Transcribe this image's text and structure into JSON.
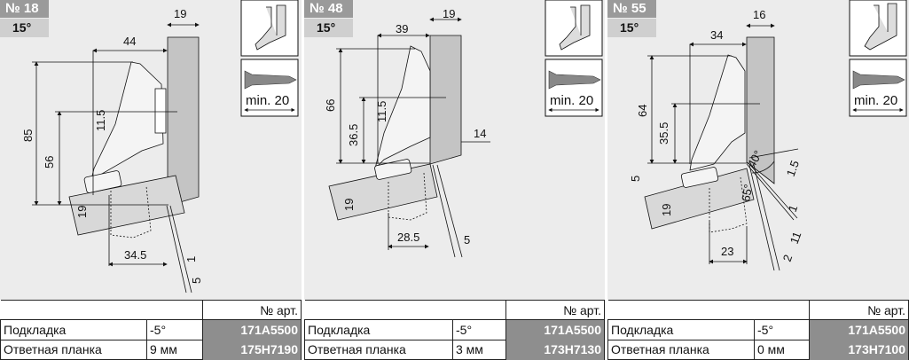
{
  "panels": [
    {
      "number": "№ 18",
      "angle": "15°",
      "dims": {
        "wall": "19",
        "cup": "44",
        "height_total": "85",
        "height_mid": "56",
        "offset": "11.5",
        "door": "19",
        "bore": "34.5",
        "gap_a": "1",
        "gap_b": "5"
      },
      "screw_label": "min. 20",
      "table": {
        "header": "№ арт.",
        "rows": [
          {
            "label": "Подкладка",
            "value": "-5°",
            "article": "171A5500"
          },
          {
            "label": "Ответная планка",
            "value": "9 мм",
            "article": "175H7190"
          }
        ]
      }
    },
    {
      "number": "№ 48",
      "angle": "15°",
      "dims": {
        "wall": "19",
        "cup": "39",
        "height_total": "66",
        "height_mid": "36.5",
        "offset": "11.5",
        "side": "14",
        "door": "19",
        "bore": "28.5",
        "gap": "5"
      },
      "screw_label": "min. 20",
      "table": {
        "header": "№ арт.",
        "rows": [
          {
            "label": "Подкладка",
            "value": "-5°",
            "article": "171A5500"
          },
          {
            "label": "Ответная планка",
            "value": "3 мм",
            "article": "173H7130"
          }
        ]
      }
    },
    {
      "number": "№ 55",
      "angle": "15°",
      "dims": {
        "wall": "16",
        "cup": "34",
        "height_total": "64",
        "height_mid": "35.5",
        "edge": "5",
        "door": "19",
        "angle_a": "65°",
        "angle_b": "40°",
        "gap_a": "1.5",
        "gap_b": "1",
        "gap_c": "11",
        "bore": "23",
        "gap_d": "2"
      },
      "screw_label": "min. 20",
      "table": {
        "header": "№ арт.",
        "rows": [
          {
            "label": "Подкладка",
            "value": "-5°",
            "article": "171A5500"
          },
          {
            "label": "Ответная планка",
            "value": "0 мм",
            "article": "173H7100"
          }
        ]
      }
    }
  ],
  "colors": {
    "background": "#ececec",
    "wall": "#c4c4c4",
    "article_cell": "#8e8e8e",
    "badge": "#9a9a9a"
  }
}
